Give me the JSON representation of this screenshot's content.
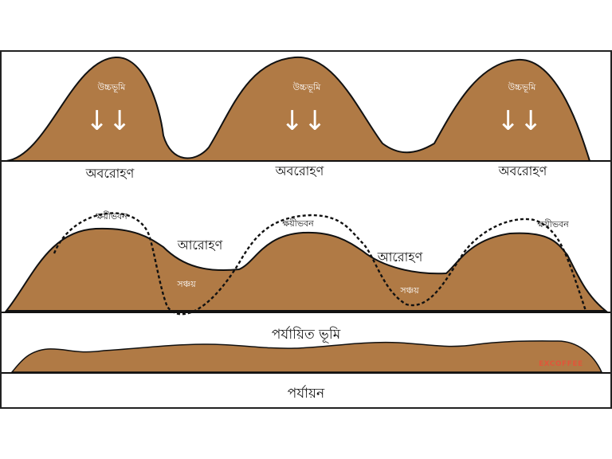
{
  "colors": {
    "land": "#b07a45",
    "outline": "#111111",
    "frame": "#222222",
    "watermark": "#e0563a"
  },
  "panel1": {
    "highland_labels": [
      "উচ্চভূমি",
      "উচ্চভূমি",
      "উচ্চভূমি"
    ],
    "arrow_glyph": "↓↓",
    "degradation_labels": [
      "অবরোহণ",
      "অবরোহণ",
      "অবরোহণ"
    ]
  },
  "panel2": {
    "erosion_labels": [
      "ক্ষয়ীভবন",
      "ক্ষয়ীভবন",
      "ক্ষয়ীভবন"
    ],
    "aggradation_labels": [
      "আরোহণ",
      "আরোহণ"
    ],
    "deposition_labels": [
      "সঞ্চয়",
      "সঞ্চয়"
    ],
    "section_label": "পর্যায়িত ভূমি"
  },
  "panel3": {
    "section_label": "পর্যায়ন"
  },
  "watermark": "EXCOFFEE"
}
